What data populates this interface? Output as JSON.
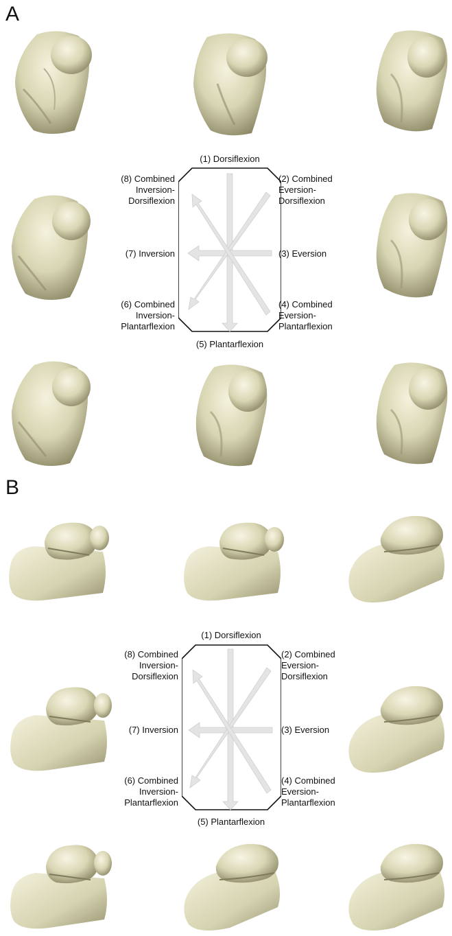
{
  "figure": {
    "panels": [
      {
        "letter": "A",
        "labels": {
          "dorsiflexion": "(1) Dorsiflexion",
          "combined_eversion_dorsiflexion": "(2) Combined\nEversion-\nDorsiflexion",
          "eversion": "(3) Eversion",
          "combined_eversion_plantarflexion": "(4) Combined\nEversion-\nPlantarflexion",
          "plantarflexion": "(5) Plantarflexion",
          "combined_inversion_plantarflexion": "(6) Combined\nInversion-\nPlantarflexion",
          "inversion": "(7) Inversion",
          "combined_inversion_dorsiflexion": "(8) Combined\nInversion-\nDorsiflexion"
        }
      },
      {
        "letter": "B",
        "labels": {
          "dorsiflexion": "(1) Dorsiflexion",
          "combined_eversion_dorsiflexion": "(2) Combined\nEversion-\nDorsiflexion",
          "eversion": "(3) Eversion",
          "combined_eversion_plantarflexion": "(4) Combined\nEversion-\nPlantarflexion",
          "plantarflexion": "(5) Plantarflexion",
          "combined_inversion_plantarflexion": "(6) Combined\nInversion-\nPlantarflexion",
          "inversion": "(7) Inversion",
          "combined_inversion_dorsiflexion": "(8) Combined\nInversion-\nDorsiflexion"
        }
      }
    ],
    "colors": {
      "bone_fill": "#d9d6b4",
      "bone_light": "#f2f0da",
      "bone_shadow": "#8f8b6a",
      "arrow_fill": "#e4e4e4",
      "arrow_stroke": "#cfcfcf",
      "octagon_stroke": "#111111"
    }
  }
}
